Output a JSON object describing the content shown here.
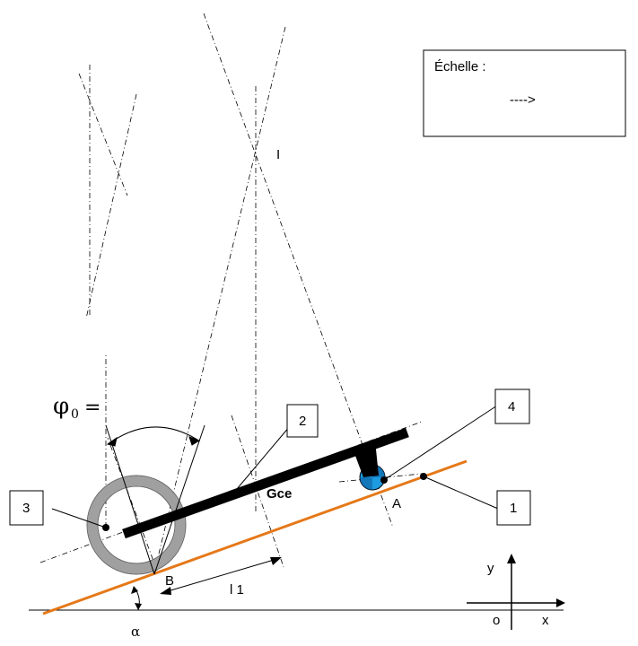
{
  "scale_box": {
    "title": "Échelle :",
    "arrow_text": "---->"
  },
  "labels": {
    "point_I": "I",
    "phi": "φ",
    "phi_subscript": "0",
    "phi_equals": "=",
    "point_Gce": "Gce",
    "point_A": "A",
    "point_B": "B",
    "length_l1": "l 1",
    "alpha": "α",
    "axis_x": "x",
    "axis_y": "y",
    "origin": "o"
  },
  "callouts": {
    "part_1": "1",
    "part_2": "2",
    "part_3": "3",
    "part_4": "4"
  },
  "colors": {
    "ground_line": "#e57818",
    "wheel_ring": "#a0a0a0",
    "roller": "#1e9be0",
    "frame": "#000000"
  }
}
